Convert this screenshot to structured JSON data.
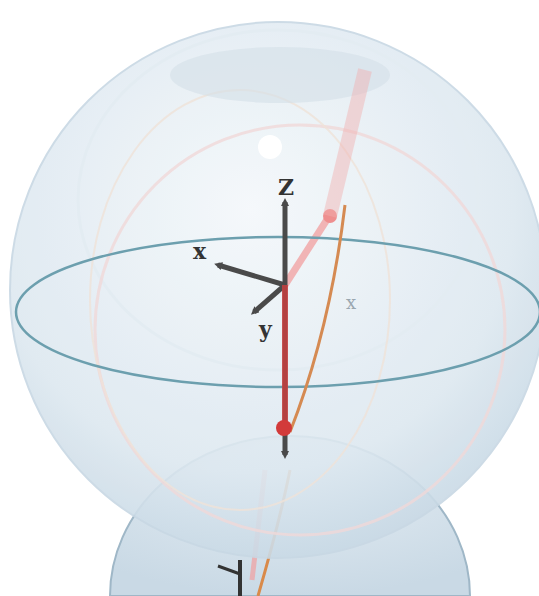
{
  "diagram": {
    "labels": [
      "Z",
      "x",
      "y",
      "x"
    ]
  }
}
